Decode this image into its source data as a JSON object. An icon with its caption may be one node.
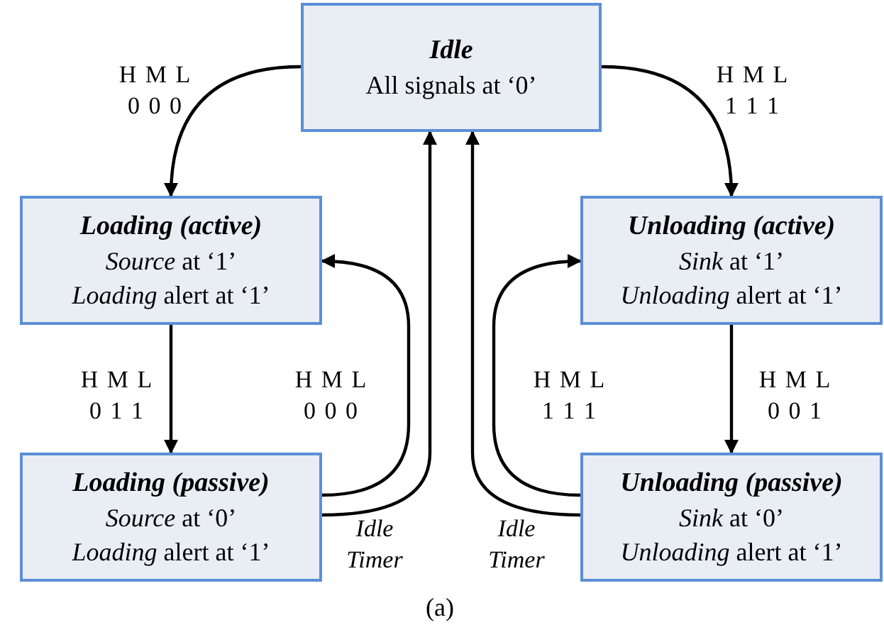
{
  "diagram": {
    "caption": "(a)",
    "nodes": [
      {
        "text": [
          "Idle",
          "All signals at ‘0’"
        ]
      },
      {
        "text": [
          "Loading (active)",
          "*Source* at ‘1’",
          "*Loading* alert at ‘1’"
        ]
      },
      {
        "text": [
          "Unloading (active)",
          "*Sink* at ‘1’",
          "*Unloading* alert at ‘1’"
        ]
      },
      {
        "text": [
          "Loading (passive)",
          "*Source* at ‘0’",
          "*Loading* alert at ‘1’"
        ]
      },
      {
        "text": [
          "Unloading (passive)",
          "*Sink* at ‘0’",
          "*Unloading* alert at ‘1’"
        ]
      }
    ],
    "edges": [
      {
        "from": 0,
        "to": 1,
        "arrow": "to",
        "label": "H M L 0 0 0"
      },
      {
        "from": 0,
        "to": 2,
        "arrow": "to",
        "label": "H M L 1 1 1"
      },
      {
        "from": 1,
        "to": 3,
        "arrow": "to",
        "label": "H M L 0 1 1"
      },
      {
        "from": 3,
        "to": 1,
        "arrow": "to",
        "label": "H M L 0 0 0"
      },
      {
        "from": 3,
        "to": 0,
        "arrow": "to",
        "label": "Idle Timer"
      },
      {
        "from": 2,
        "to": 4,
        "arrow": "to",
        "label": "H M L 0 0 1"
      },
      {
        "from": 4,
        "to": 2,
        "arrow": "to",
        "label": "H M L 1 1 1"
      },
      {
        "from": 4,
        "to": 0,
        "arrow": "to",
        "label": "Idle Timer"
      }
    ]
  }
}
